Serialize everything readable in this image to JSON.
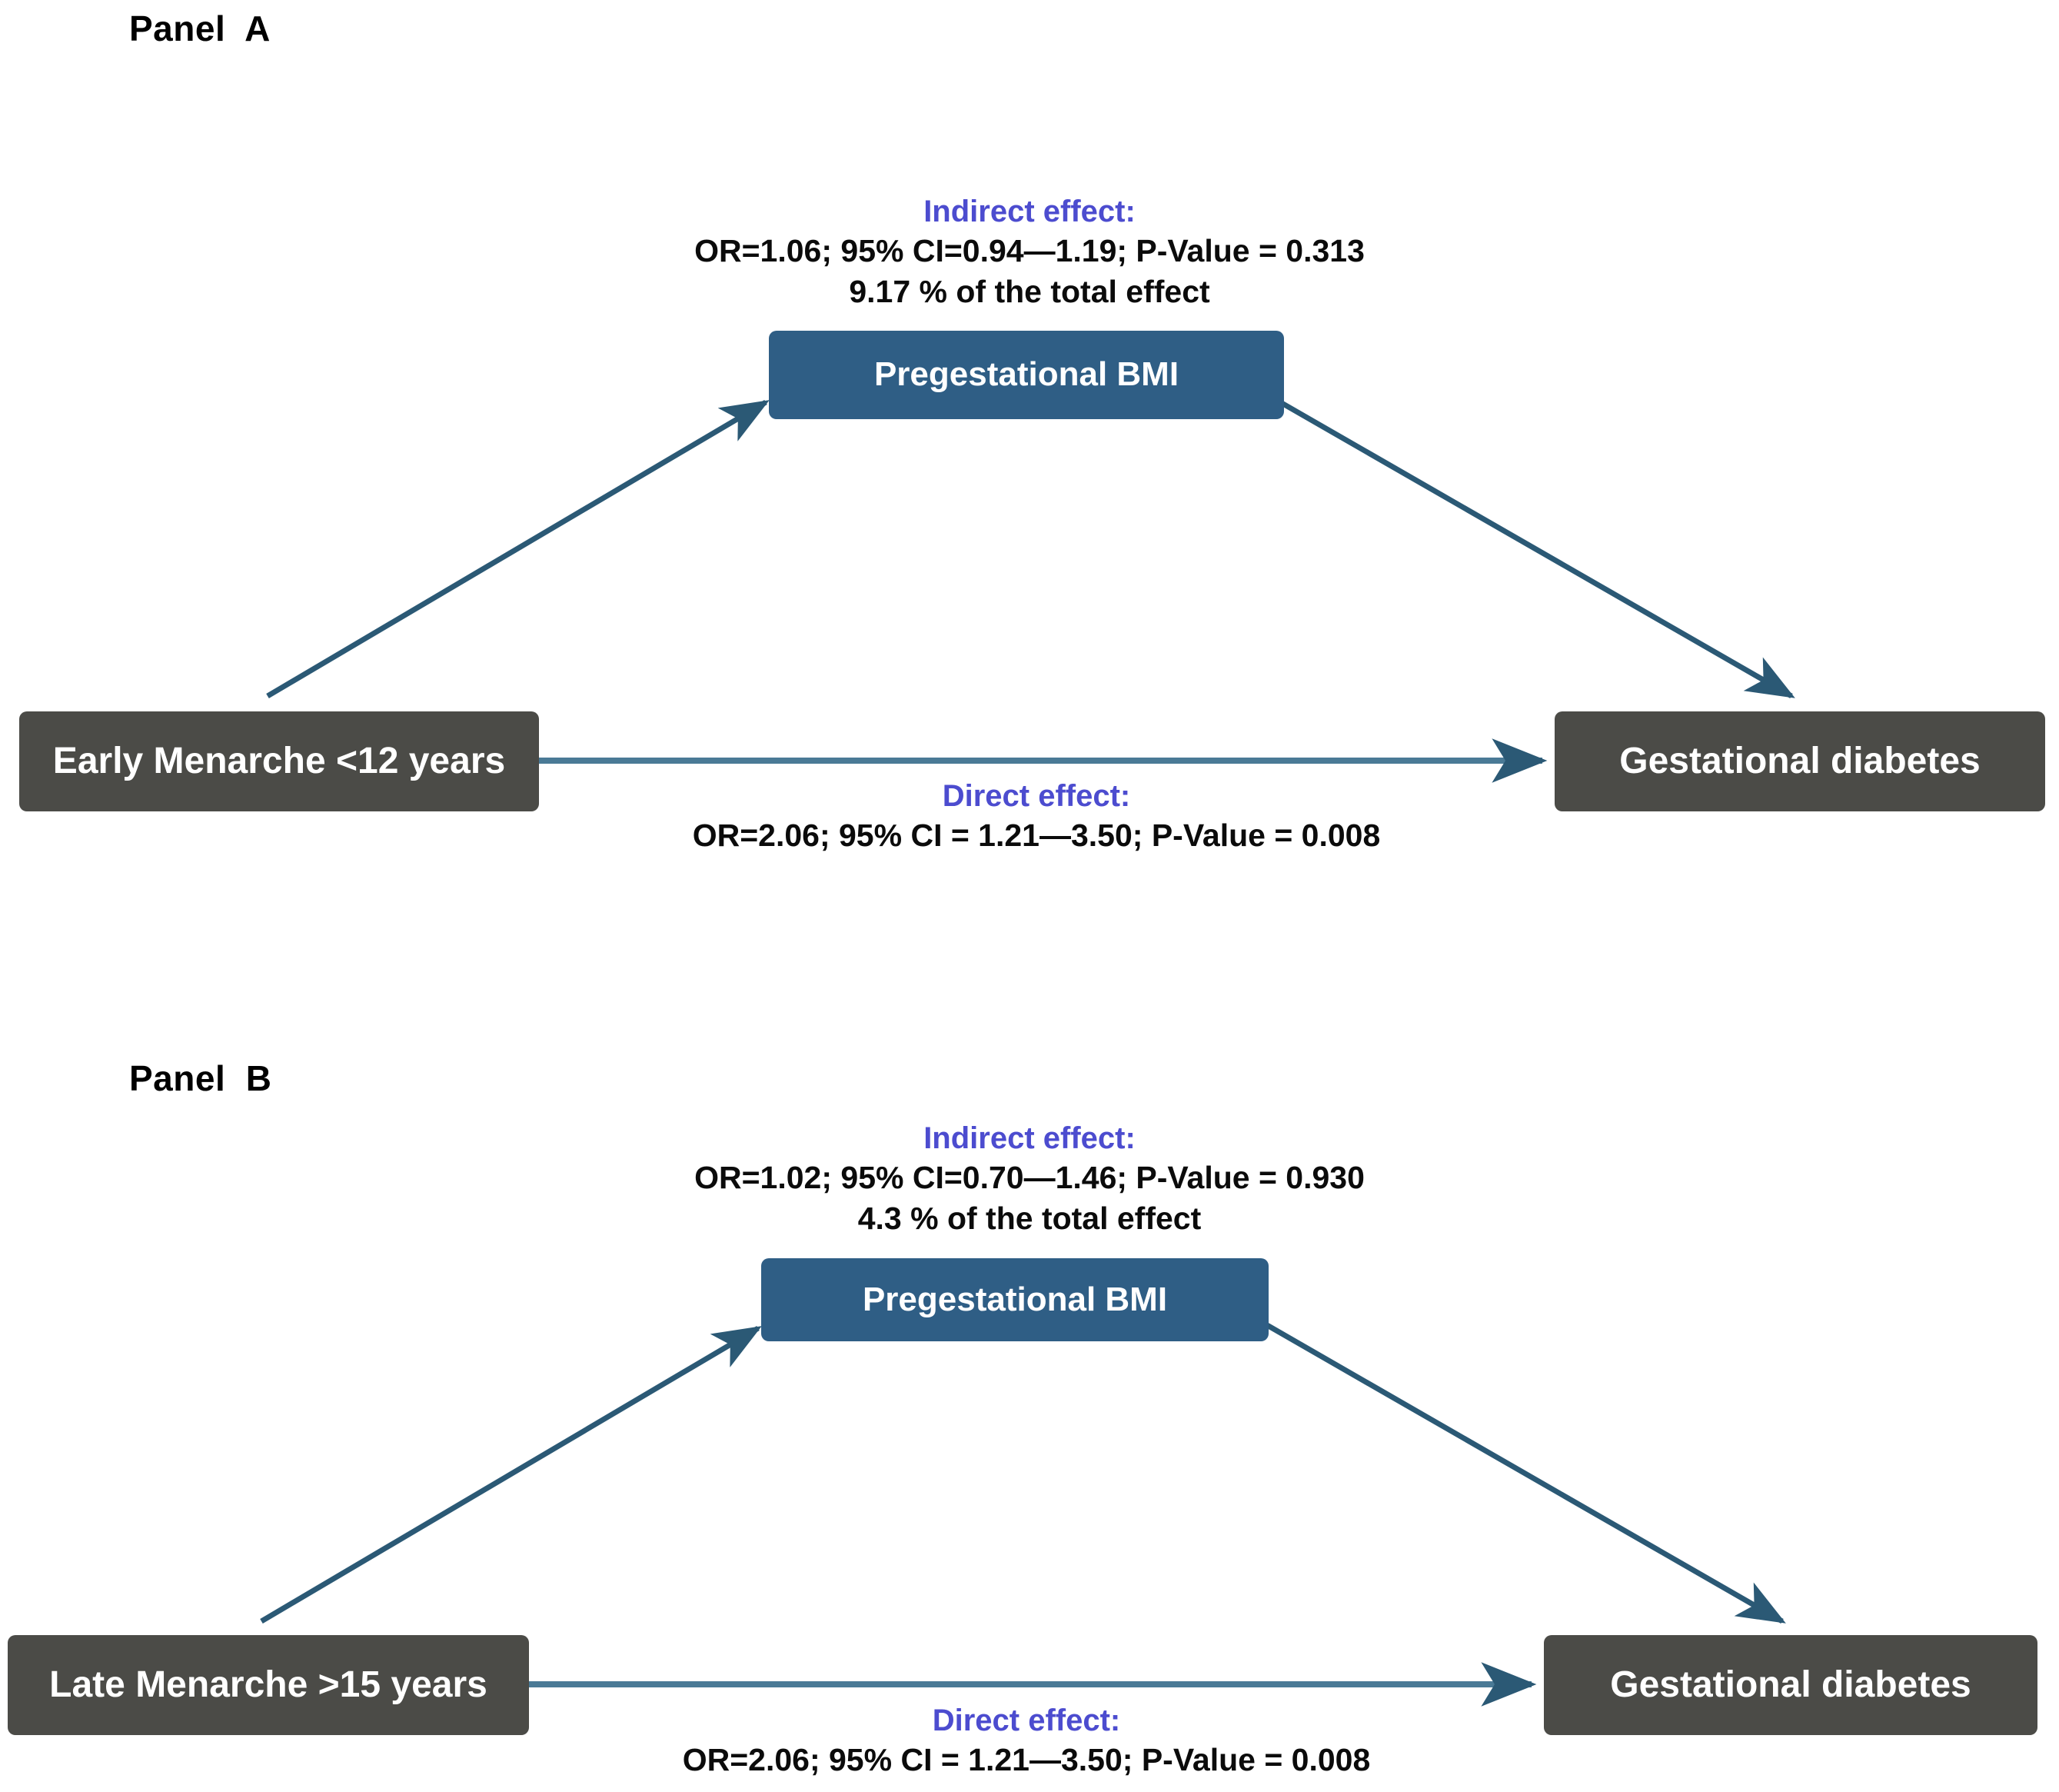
{
  "figure": {
    "background_color": "#ffffff",
    "mediator_color": "#2f5e85",
    "node_color": "#4b4b47",
    "arrow_color": "#2b5975",
    "effect_title_color": "#4c4ccf",
    "effect_text_color": "#0b0b0b"
  },
  "panels": [
    {
      "label": "Panel  A",
      "exposure": "Early Menarche <12 years",
      "mediator": "Pregestational BMI",
      "outcome": "Gestational diabetes",
      "indirect": {
        "title": "Indirect effect:",
        "stats": "OR=1.06; 95% CI=0.94—1.19; P-Value = 0.313",
        "proportion": "9.17 % of the total effect"
      },
      "direct": {
        "title": "Direct effect:",
        "stats": "OR=2.06; 95% CI = 1.21—3.50; P-Value = 0.008"
      }
    },
    {
      "label": "Panel  B",
      "exposure": "Late Menarche >15 years",
      "mediator": "Pregestational BMI",
      "outcome": "Gestational diabetes",
      "indirect": {
        "title": "Indirect effect:",
        "stats": "OR=1.02; 95% CI=0.70—1.46; P-Value = 0.930",
        "proportion": "4.3 % of the total effect"
      },
      "direct": {
        "title": "Direct effect:",
        "stats": "OR=2.06; 95% CI = 1.21—3.50; P-Value = 0.008"
      }
    }
  ],
  "chart_data": {
    "type": "diagram",
    "title": "Mediation analysis of menarche age, pregestational BMI and gestational diabetes",
    "diagram_kind": "mediation-path-model",
    "panels": [
      {
        "panel": "Panel  A",
        "nodes": [
          {
            "id": "exposure",
            "label": "Early Menarche <12 years",
            "role": "exposure"
          },
          {
            "id": "mediator",
            "label": "Pregestational BMI",
            "role": "mediator"
          },
          {
            "id": "outcome",
            "label": "Gestational diabetes",
            "role": "outcome"
          }
        ],
        "edges": [
          {
            "from": "exposure",
            "to": "mediator",
            "path": "a"
          },
          {
            "from": "mediator",
            "to": "outcome",
            "path": "b"
          },
          {
            "from": "exposure",
            "to": "outcome",
            "path": "direct"
          }
        ],
        "effects": {
          "indirect": {
            "OR": 1.06,
            "ci_low": 0.94,
            "ci_high": 1.19,
            "p_value": 0.313,
            "proportion_mediated_percent": 9.17
          },
          "direct": {
            "OR": 2.06,
            "ci_low": 1.21,
            "ci_high": 3.5,
            "p_value": 0.008
          }
        }
      },
      {
        "panel": "Panel  B",
        "nodes": [
          {
            "id": "exposure",
            "label": "Late Menarche >15 years",
            "role": "exposure"
          },
          {
            "id": "mediator",
            "label": "Pregestational BMI",
            "role": "mediator"
          },
          {
            "id": "outcome",
            "label": "Gestational diabetes",
            "role": "outcome"
          }
        ],
        "edges": [
          {
            "from": "exposure",
            "to": "mediator",
            "path": "a"
          },
          {
            "from": "mediator",
            "to": "outcome",
            "path": "b"
          },
          {
            "from": "exposure",
            "to": "outcome",
            "path": "direct"
          }
        ],
        "effects": {
          "indirect": {
            "OR": 1.02,
            "ci_low": 0.7,
            "ci_high": 1.46,
            "p_value": 0.93,
            "proportion_mediated_percent": 4.3
          },
          "direct": {
            "OR": 2.06,
            "ci_low": 1.21,
            "ci_high": 3.5,
            "p_value": 0.008
          }
        }
      }
    ]
  }
}
